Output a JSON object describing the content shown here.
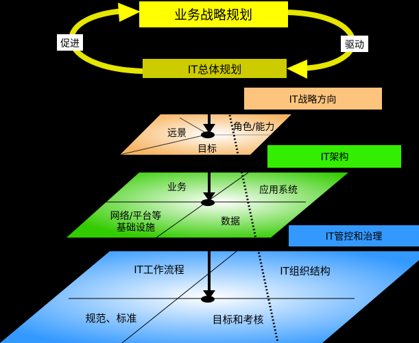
{
  "top": {
    "business_strategy": "业务战略规划",
    "it_overall_plan": "IT总体规划",
    "promote": "促进",
    "drive": "驱动"
  },
  "layers": {
    "strategy": {
      "title": "IT战略方向",
      "cells": [
        "远景",
        "角色/能力",
        "目标"
      ],
      "color": "#fcc47c"
    },
    "architecture": {
      "title": "IT架构",
      "cells": [
        "业务",
        "应用系统",
        "网络/平台等",
        "基础设施",
        "数据"
      ],
      "color": "#33ee00"
    },
    "governance": {
      "title": "IT管控和治理",
      "cells": [
        "IT工作流程",
        "IT组织结构",
        "规范、标准",
        "目标和考核"
      ],
      "color": "#3399ff"
    }
  }
}
